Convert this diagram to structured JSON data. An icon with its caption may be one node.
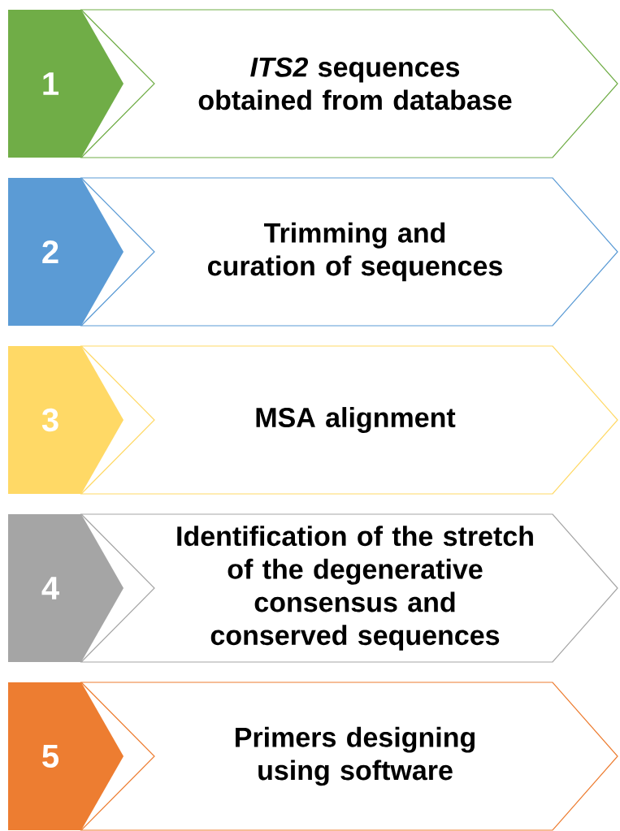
{
  "diagram": {
    "nodes": [
      {
        "text": [
          "1"
        ]
      },
      {
        "text": [
          "*ITS2* sequences obtained from database"
        ]
      },
      {
        "text": [
          "2"
        ]
      },
      {
        "text": [
          "Trimming and curation of sequences"
        ]
      },
      {
        "text": [
          "3"
        ]
      },
      {
        "text": [
          "MSA alignment"
        ]
      },
      {
        "text": [
          "4"
        ]
      },
      {
        "text": [
          "Identification of the stretch of the degenerative consensus and conserved sequences"
        ]
      },
      {
        "text": [
          "5"
        ]
      },
      {
        "text": [
          "Primers designing using software"
        ]
      }
    ]
  }
}
